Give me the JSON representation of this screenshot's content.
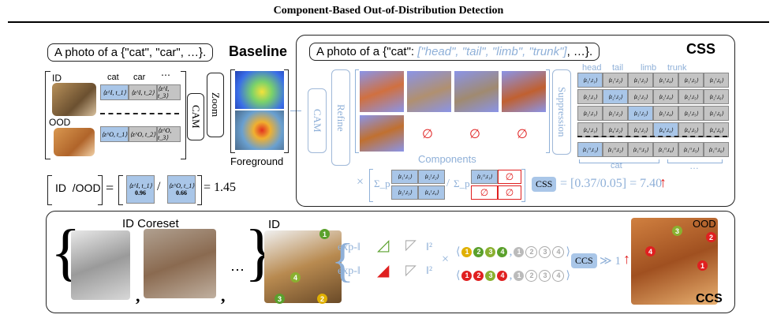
{
  "title": "Component-Based Out-of-Distribution Detection",
  "baseline": {
    "prompt": "A photo of a {\"cat\", \"car\", …}.",
    "label": "Baseline",
    "id_label": "ID",
    "ood_label": "OOD",
    "cols": [
      "cat",
      "car",
      "⋯"
    ],
    "id_cells": [
      "⟨z^I, t_1⟩",
      "⟨z^I, t_2⟩",
      "⟨z^I, t_3⟩"
    ],
    "ood_cells": [
      "⟨z^O, t_1⟩",
      "⟨z^O, t_2⟩",
      "⟨z^O, t_3⟩"
    ],
    "cam": "CAM",
    "zoom": "Zoom",
    "foreground": "Foreground",
    "formula_left": "ID  /OOD",
    "formula_id_val": "0.96",
    "formula_ood_val": "0.66",
    "formula_result": "= 1.45"
  },
  "css": {
    "prompt_start": "A photo of a {\"cat\": ",
    "prompt_parts": "[\"head\", \"tail\", \"limb\", \"trunk\"]",
    "prompt_end": ", …}.",
    "label": "CSS",
    "cam": "CAM",
    "refine": "Refine",
    "suppression": "Suppression",
    "components_label": "Components",
    "col_heads": [
      "head",
      "tail",
      "limb",
      "trunk",
      "",
      ""
    ],
    "cat_label": "cat",
    "ellipsis": "…",
    "empty_symbols": [
      "∅",
      "∅",
      "∅"
    ],
    "formula_sum": "Σ_p",
    "formula_tag": "CSS",
    "formula_result": "= [0.37/0.05] = 7.40",
    "arrow": "↑"
  },
  "ccs": {
    "coreset_label": "ID Coreset",
    "id_label": "ID",
    "ood_label": "OOD",
    "ccs_label": "CCS",
    "exp1": "exp-‖",
    "exp2": "exp-‖",
    "norm": "‖²",
    "tag": "CCS",
    "gt": "≫ 1",
    "arrow": "↑",
    "comma": ","
  },
  "colors": {
    "blue_cell": "#a9c6e8",
    "gray_cell": "#c4c4c4",
    "light_blue_text": "#8fb0d8",
    "red": "#e02020",
    "green": "#5aa02c",
    "yellow": "#e0b000"
  }
}
